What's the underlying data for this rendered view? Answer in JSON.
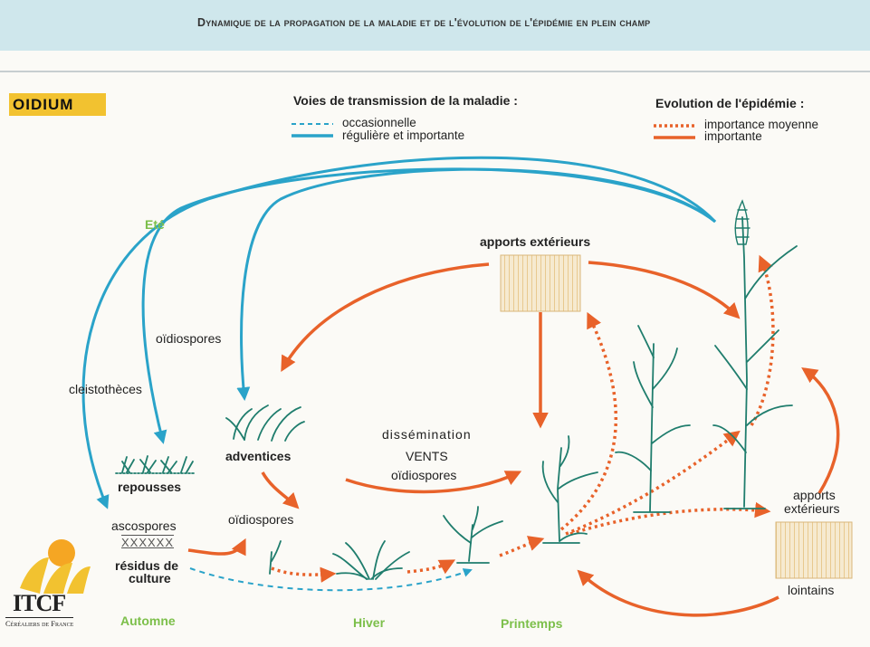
{
  "banner": {
    "title": "Dynamique de la propagation de la maladie et de l'évolution de l'épidémie en plein champ",
    "bg_color": "#cfe7ec"
  },
  "disease_badge": {
    "label": "OIDIUM",
    "color": "#f2c230"
  },
  "legend_transmission": {
    "title": "Voies de transmission de la maladie :",
    "items": [
      {
        "label": "occasionnelle",
        "style": "dashed",
        "color": "#2aa3c9"
      },
      {
        "label": "régulière et importante",
        "style": "solid",
        "color": "#2aa3c9"
      }
    ]
  },
  "legend_epidemic": {
    "title": "Evolution de l'épidémie :",
    "items": [
      {
        "label": "importance moyenne",
        "style": "dotted",
        "color": "#e8622a"
      },
      {
        "label": "importante",
        "style": "solid",
        "color": "#e8622a"
      }
    ]
  },
  "seasons": {
    "summer": "Eté",
    "autumn": "Automne",
    "winter": "Hiver",
    "spring": "Printemps",
    "color": "#7cbf4a"
  },
  "labels": {
    "external_inputs": "apports extérieurs",
    "oidiospores_top": "oïdiospores",
    "cleistotheces": "cleistothèces",
    "adventices": "adventices",
    "repousses": "repousses",
    "oidiospores_mid": "oïdiospores",
    "ascospores": "ascospores",
    "xxxxxx": "XXXXXX",
    "residus_line1": "résidus de",
    "residus_line2": "culture",
    "dissemination": "dissémination",
    "vents": "VENTS",
    "oidiospores_wind": "oïdiospores",
    "far_inputs_line1": "apports",
    "far_inputs_line2": "extérieurs",
    "far_inputs_line3": "lointains"
  },
  "logo": {
    "name": "ITCF",
    "subtitle": "Céréaliers de France",
    "icon": "itcf-logo-icon"
  },
  "colors": {
    "blue": "#2aa3c9",
    "orange": "#e8622a",
    "plant": "#1f7d6d",
    "field": "#f5e7b8"
  }
}
